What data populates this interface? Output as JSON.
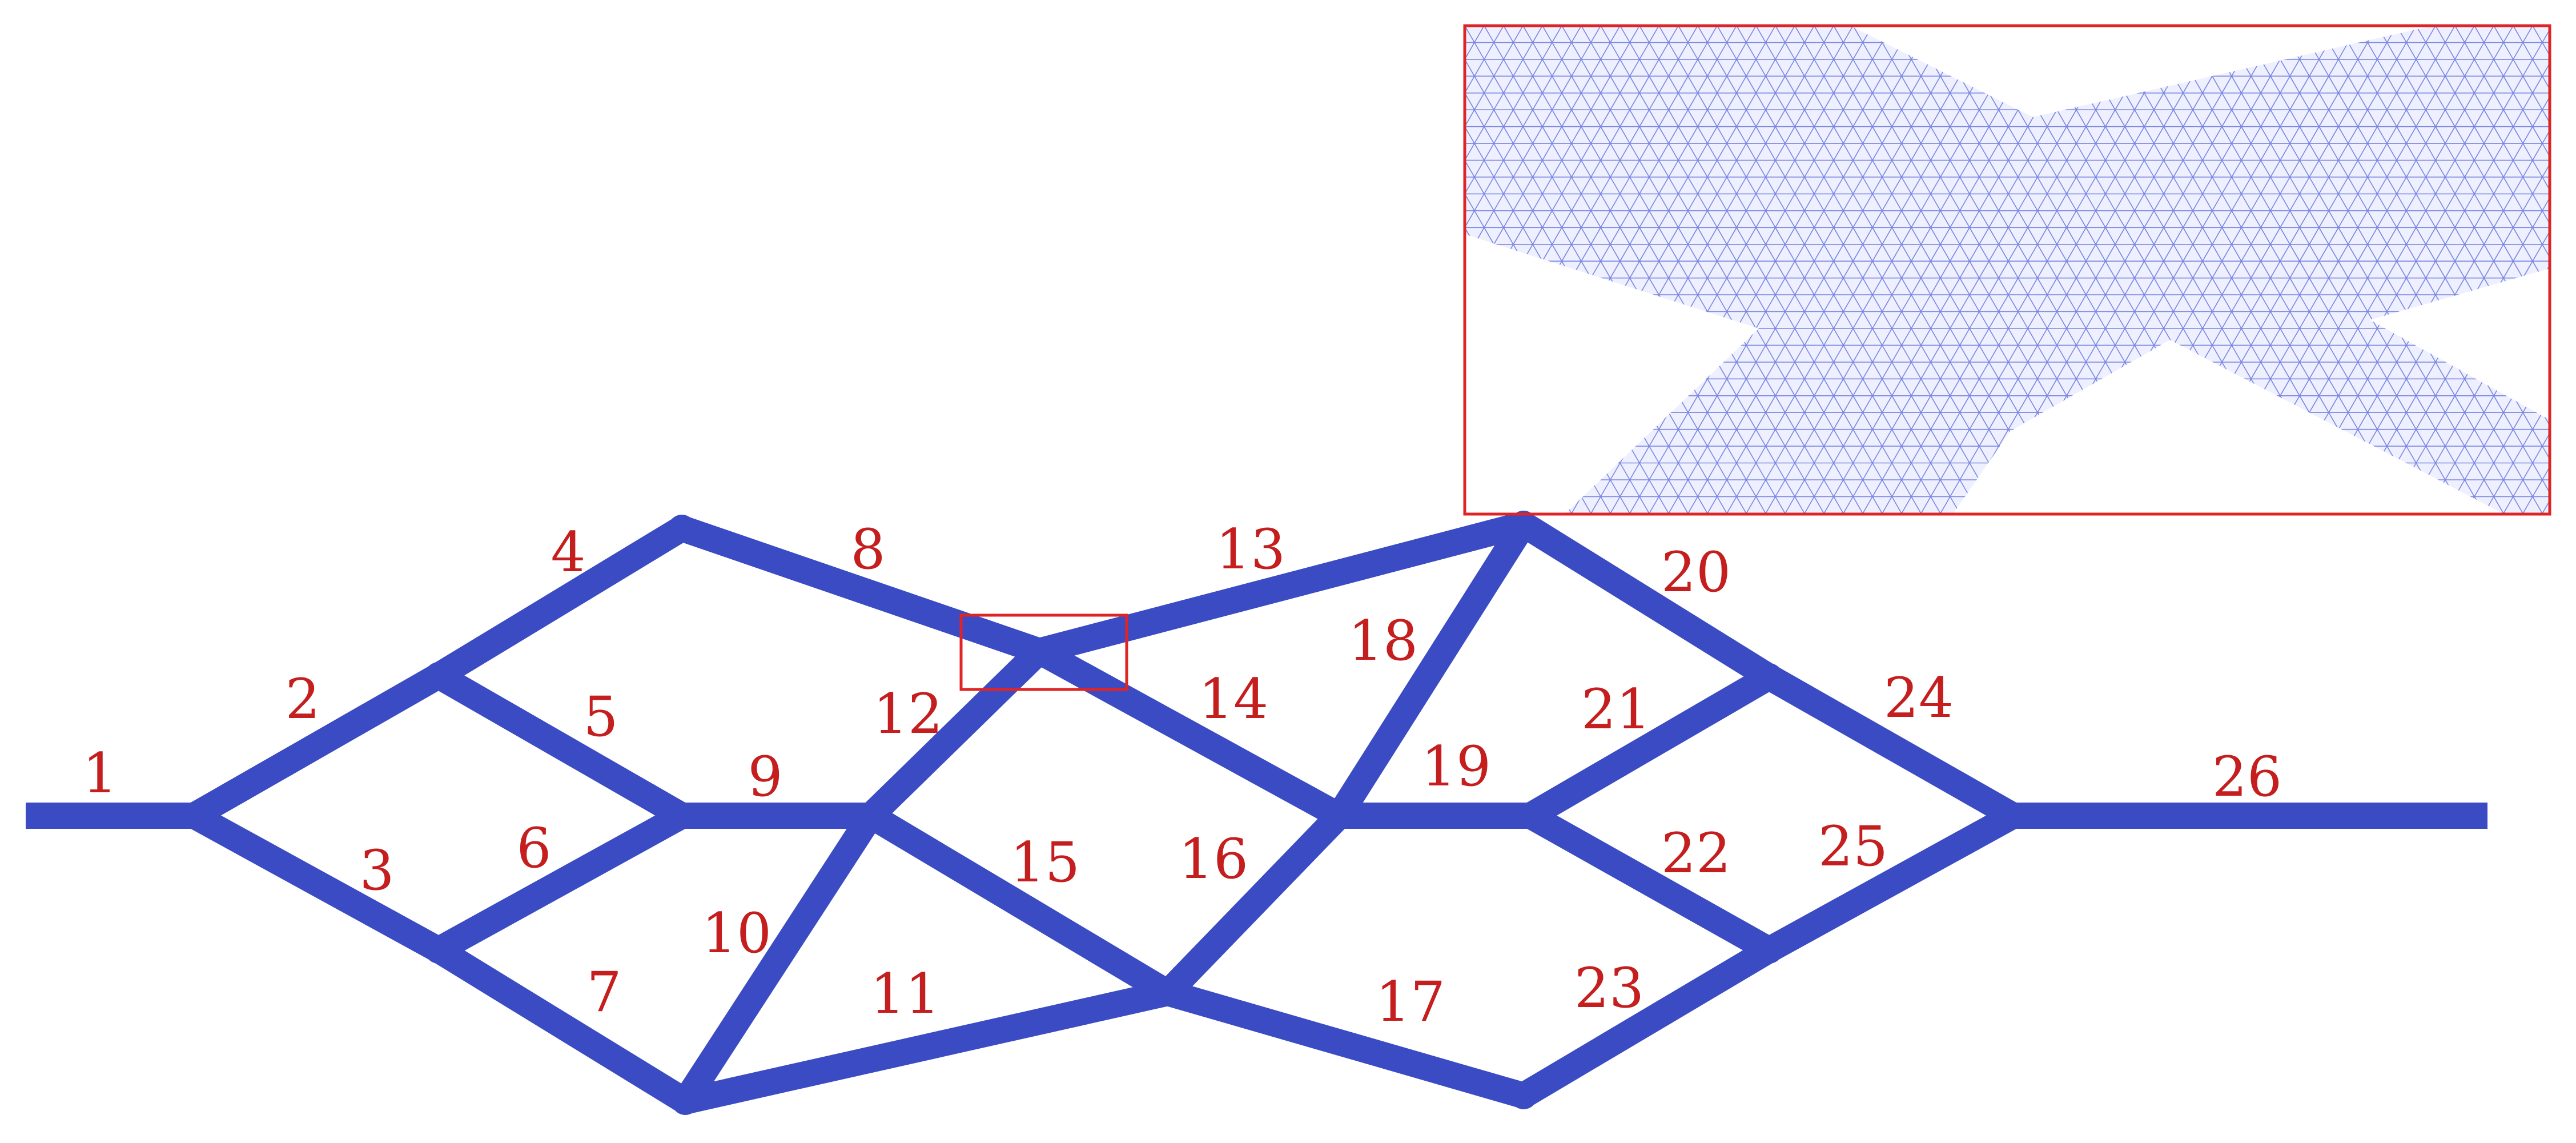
{
  "diagram": {
    "colors": {
      "network": "#3a4bc4",
      "label": "#c41e1e",
      "highlight": "#e02424",
      "mesh": "#5563d6"
    },
    "edges": [
      {
        "id": "1",
        "label": "1"
      },
      {
        "id": "2",
        "label": "2"
      },
      {
        "id": "3",
        "label": "3"
      },
      {
        "id": "4",
        "label": "4"
      },
      {
        "id": "5",
        "label": "5"
      },
      {
        "id": "6",
        "label": "6"
      },
      {
        "id": "7",
        "label": "7"
      },
      {
        "id": "8",
        "label": "8"
      },
      {
        "id": "9",
        "label": "9"
      },
      {
        "id": "10",
        "label": "10"
      },
      {
        "id": "11",
        "label": "11"
      },
      {
        "id": "12",
        "label": "12"
      },
      {
        "id": "13",
        "label": "13"
      },
      {
        "id": "14",
        "label": "14"
      },
      {
        "id": "15",
        "label": "15"
      },
      {
        "id": "16",
        "label": "16"
      },
      {
        "id": "17",
        "label": "17"
      },
      {
        "id": "18",
        "label": "18"
      },
      {
        "id": "19",
        "label": "19"
      },
      {
        "id": "20",
        "label": "20"
      },
      {
        "id": "21",
        "label": "21"
      },
      {
        "id": "22",
        "label": "22"
      },
      {
        "id": "23",
        "label": "23"
      },
      {
        "id": "24",
        "label": "24"
      },
      {
        "id": "25",
        "label": "25"
      },
      {
        "id": "26",
        "label": "26"
      }
    ],
    "inset": {
      "description_visible": false
    }
  }
}
